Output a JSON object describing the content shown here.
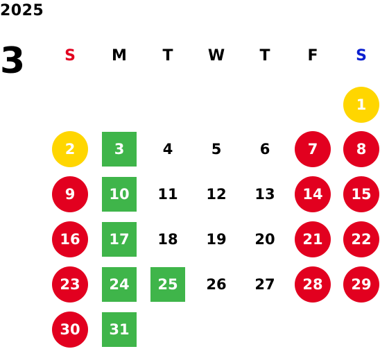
{
  "year": "2025",
  "month": "3",
  "weekdays": [
    {
      "label": "S",
      "color": "#e2001f"
    },
    {
      "label": "M",
      "color": "#000000"
    },
    {
      "label": "T",
      "color": "#000000"
    },
    {
      "label": "W",
      "color": "#000000"
    },
    {
      "label": "T",
      "color": "#000000"
    },
    {
      "label": "F",
      "color": "#000000"
    },
    {
      "label": "S",
      "color": "#0a1fd0"
    }
  ],
  "days": [
    {
      "label": "1",
      "style": "yellow"
    },
    {
      "label": "2",
      "style": "yellow"
    },
    {
      "label": "3",
      "style": "green"
    },
    {
      "label": "4",
      "style": "plain"
    },
    {
      "label": "5",
      "style": "plain"
    },
    {
      "label": "6",
      "style": "plain"
    },
    {
      "label": "7",
      "style": "red"
    },
    {
      "label": "8",
      "style": "red"
    },
    {
      "label": "9",
      "style": "red"
    },
    {
      "label": "10",
      "style": "green"
    },
    {
      "label": "11",
      "style": "plain"
    },
    {
      "label": "12",
      "style": "plain"
    },
    {
      "label": "13",
      "style": "plain"
    },
    {
      "label": "14",
      "style": "red"
    },
    {
      "label": "15",
      "style": "red"
    },
    {
      "label": "16",
      "style": "red"
    },
    {
      "label": "17",
      "style": "green"
    },
    {
      "label": "18",
      "style": "plain"
    },
    {
      "label": "19",
      "style": "plain"
    },
    {
      "label": "20",
      "style": "plain"
    },
    {
      "label": "21",
      "style": "red"
    },
    {
      "label": "22",
      "style": "red"
    },
    {
      "label": "23",
      "style": "red"
    },
    {
      "label": "24",
      "style": "green"
    },
    {
      "label": "25",
      "style": "green"
    },
    {
      "label": "26",
      "style": "plain"
    },
    {
      "label": "27",
      "style": "plain"
    },
    {
      "label": "28",
      "style": "red"
    },
    {
      "label": "29",
      "style": "red"
    },
    {
      "label": "30",
      "style": "red"
    },
    {
      "label": "31",
      "style": "green"
    }
  ]
}
